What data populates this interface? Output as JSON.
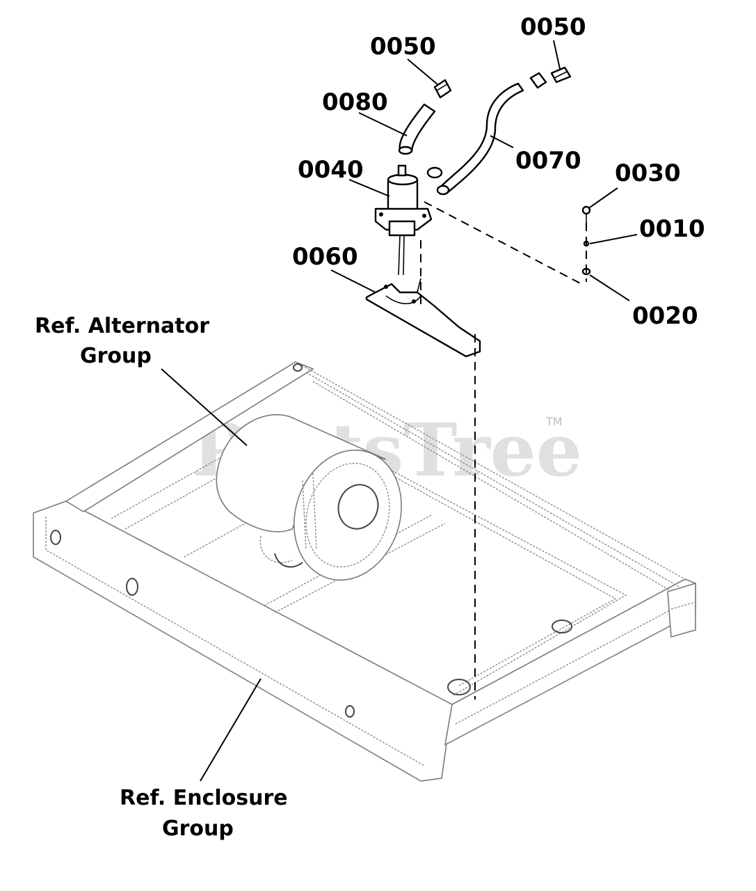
{
  "callouts": {
    "c0050_left": "0050",
    "c0050_right": "0050",
    "c0080": "0080",
    "c0070": "0070",
    "c0040": "0040",
    "c0030": "0030",
    "c0010": "0010",
    "c0060": "0060",
    "c0020": "0020"
  },
  "references": {
    "alternator_line1": "Ref. Alternator",
    "alternator_line2": "Group",
    "enclosure_line1": "Ref. Enclosure",
    "enclosure_line2": "Group"
  },
  "watermark": {
    "text": "PartsTree",
    "tm": "TM"
  }
}
